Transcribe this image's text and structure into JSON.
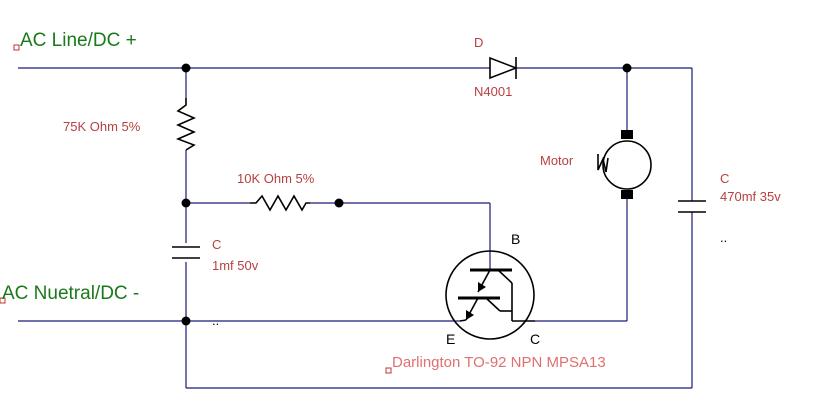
{
  "labels": {
    "ac_line": "AC Line/DC +",
    "ac_neutral": "AC Nuetral/DC -",
    "diode_ref": "D",
    "diode_part": "N4001",
    "r1_value": "75K Ohm 5%",
    "r2_value": "10K Ohm 5%",
    "c1_ref": "C",
    "c1_value": "1mf 50v",
    "motor": "Motor",
    "c2_ref": "C",
    "c2_value": "470mf 35v",
    "pin_b": "B",
    "pin_e": "E",
    "pin_c": "C",
    "transistor": "Darlington TO-92 NPN MPSA13",
    "dots_1": "..",
    "dots_2": ".."
  },
  "colors": {
    "wire": "#1a1a7a",
    "net_label": "#1a7a1a",
    "component_text": "#b84040",
    "part_label": "#e07070"
  }
}
